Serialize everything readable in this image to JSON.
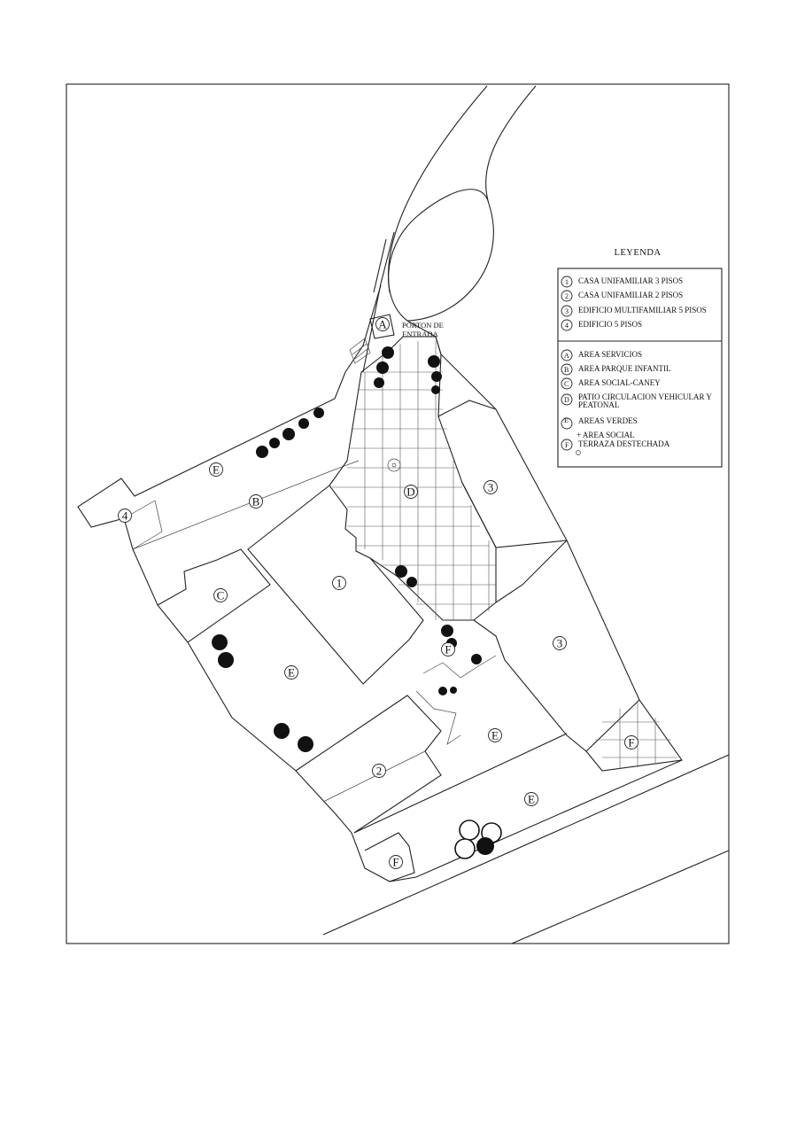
{
  "legend": {
    "title": "LEYENDA",
    "buildings": [
      {
        "key": "1",
        "label": "CASA UNIFAMILIAR 3 PISOS"
      },
      {
        "key": "2",
        "label": "CASA UNIFAMILIAR 2 PISOS"
      },
      {
        "key": "3",
        "label": "EDIFICIO MULTIFAMILIAR 5 PISOS"
      },
      {
        "key": "4",
        "label": "EDIFICIO 5 PISOS"
      }
    ],
    "areas": [
      {
        "key": "A",
        "label": "AREA SERVICIOS"
      },
      {
        "key": "B",
        "label": "AREA PARQUE INFANTIL"
      },
      {
        "key": "C",
        "label": "AREA SOCIAL-CANEY"
      },
      {
        "key": "D",
        "label": "PATIO CIRCULACION VEHICULAR Y",
        "label2": "PEATONAL"
      },
      {
        "key": "E",
        "label": "AREAS VERDES"
      },
      {
        "key": "",
        "label": "+ AREA SOCIAL"
      },
      {
        "key": "F",
        "label": "TERRAZA DESTECHADA"
      }
    ]
  },
  "entrance": {
    "line1": "PORTON DE",
    "line2": "ENTRADA"
  },
  "zones": {
    "a": "A",
    "b": "B",
    "c": "C",
    "d": "D",
    "e1": "E",
    "e2": "E",
    "e3": "E",
    "e4": "E",
    "f1": "F",
    "f2": "F",
    "f3": "F",
    "n1": "1",
    "n2": "2",
    "n3a": "3",
    "n3b": "3",
    "n4": "4"
  }
}
